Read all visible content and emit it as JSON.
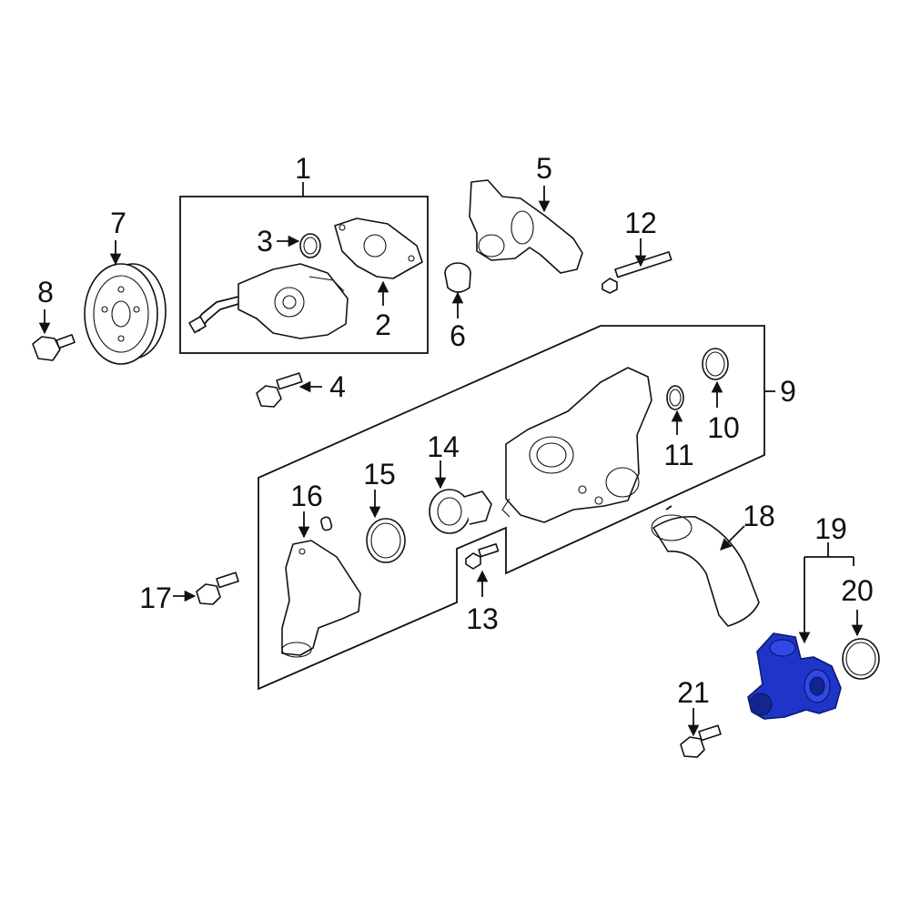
{
  "diagram": {
    "highlight_color": "#1f35c9",
    "callouts": {
      "c1": "1",
      "c2": "2",
      "c3": "3",
      "c4": "4",
      "c5": "5",
      "c6": "6",
      "c7": "7",
      "c8": "8",
      "c9": "9",
      "c10": "10",
      "c11": "11",
      "c12": "12",
      "c13": "13",
      "c14": "14",
      "c15": "15",
      "c16": "16",
      "c17": "17",
      "c18": "18",
      "c19": "19",
      "c20": "20",
      "c21": "21"
    }
  }
}
